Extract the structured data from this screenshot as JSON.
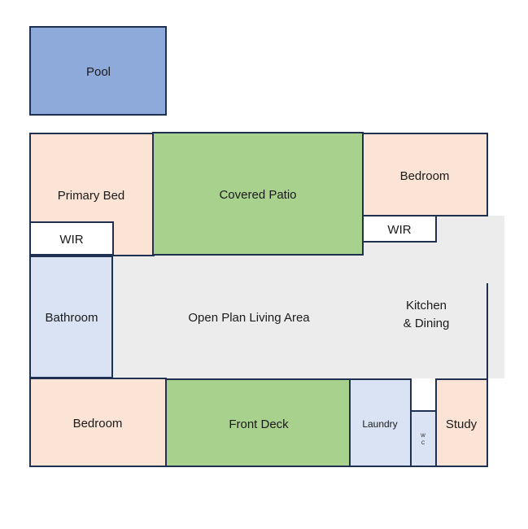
{
  "colors": {
    "pool": "#8eaadb",
    "bedroom": "#fbe4d5",
    "deck": "#a9d18e",
    "wet": "#dae3f3",
    "living": "#ececec",
    "white": "#ffffff",
    "outline": "#1f3050",
    "text": "#1a1a1a"
  },
  "rooms": {
    "pool": "Pool",
    "primary_bed": "Primary Bed",
    "covered_patio": "Covered Patio",
    "bedroom_top": "Bedroom",
    "wir_left": "WIR",
    "wir_right": "WIR",
    "bathroom": "Bathroom",
    "living": "Open Plan Living Area",
    "kitchen_line1": "Kitchen",
    "kitchen_line2": "& Dining",
    "bedroom_bottom": "Bedroom",
    "front_deck": "Front Deck",
    "laundry": "Laundry",
    "wc_line1": "W",
    "wc_line2": "C",
    "study": "Study"
  }
}
